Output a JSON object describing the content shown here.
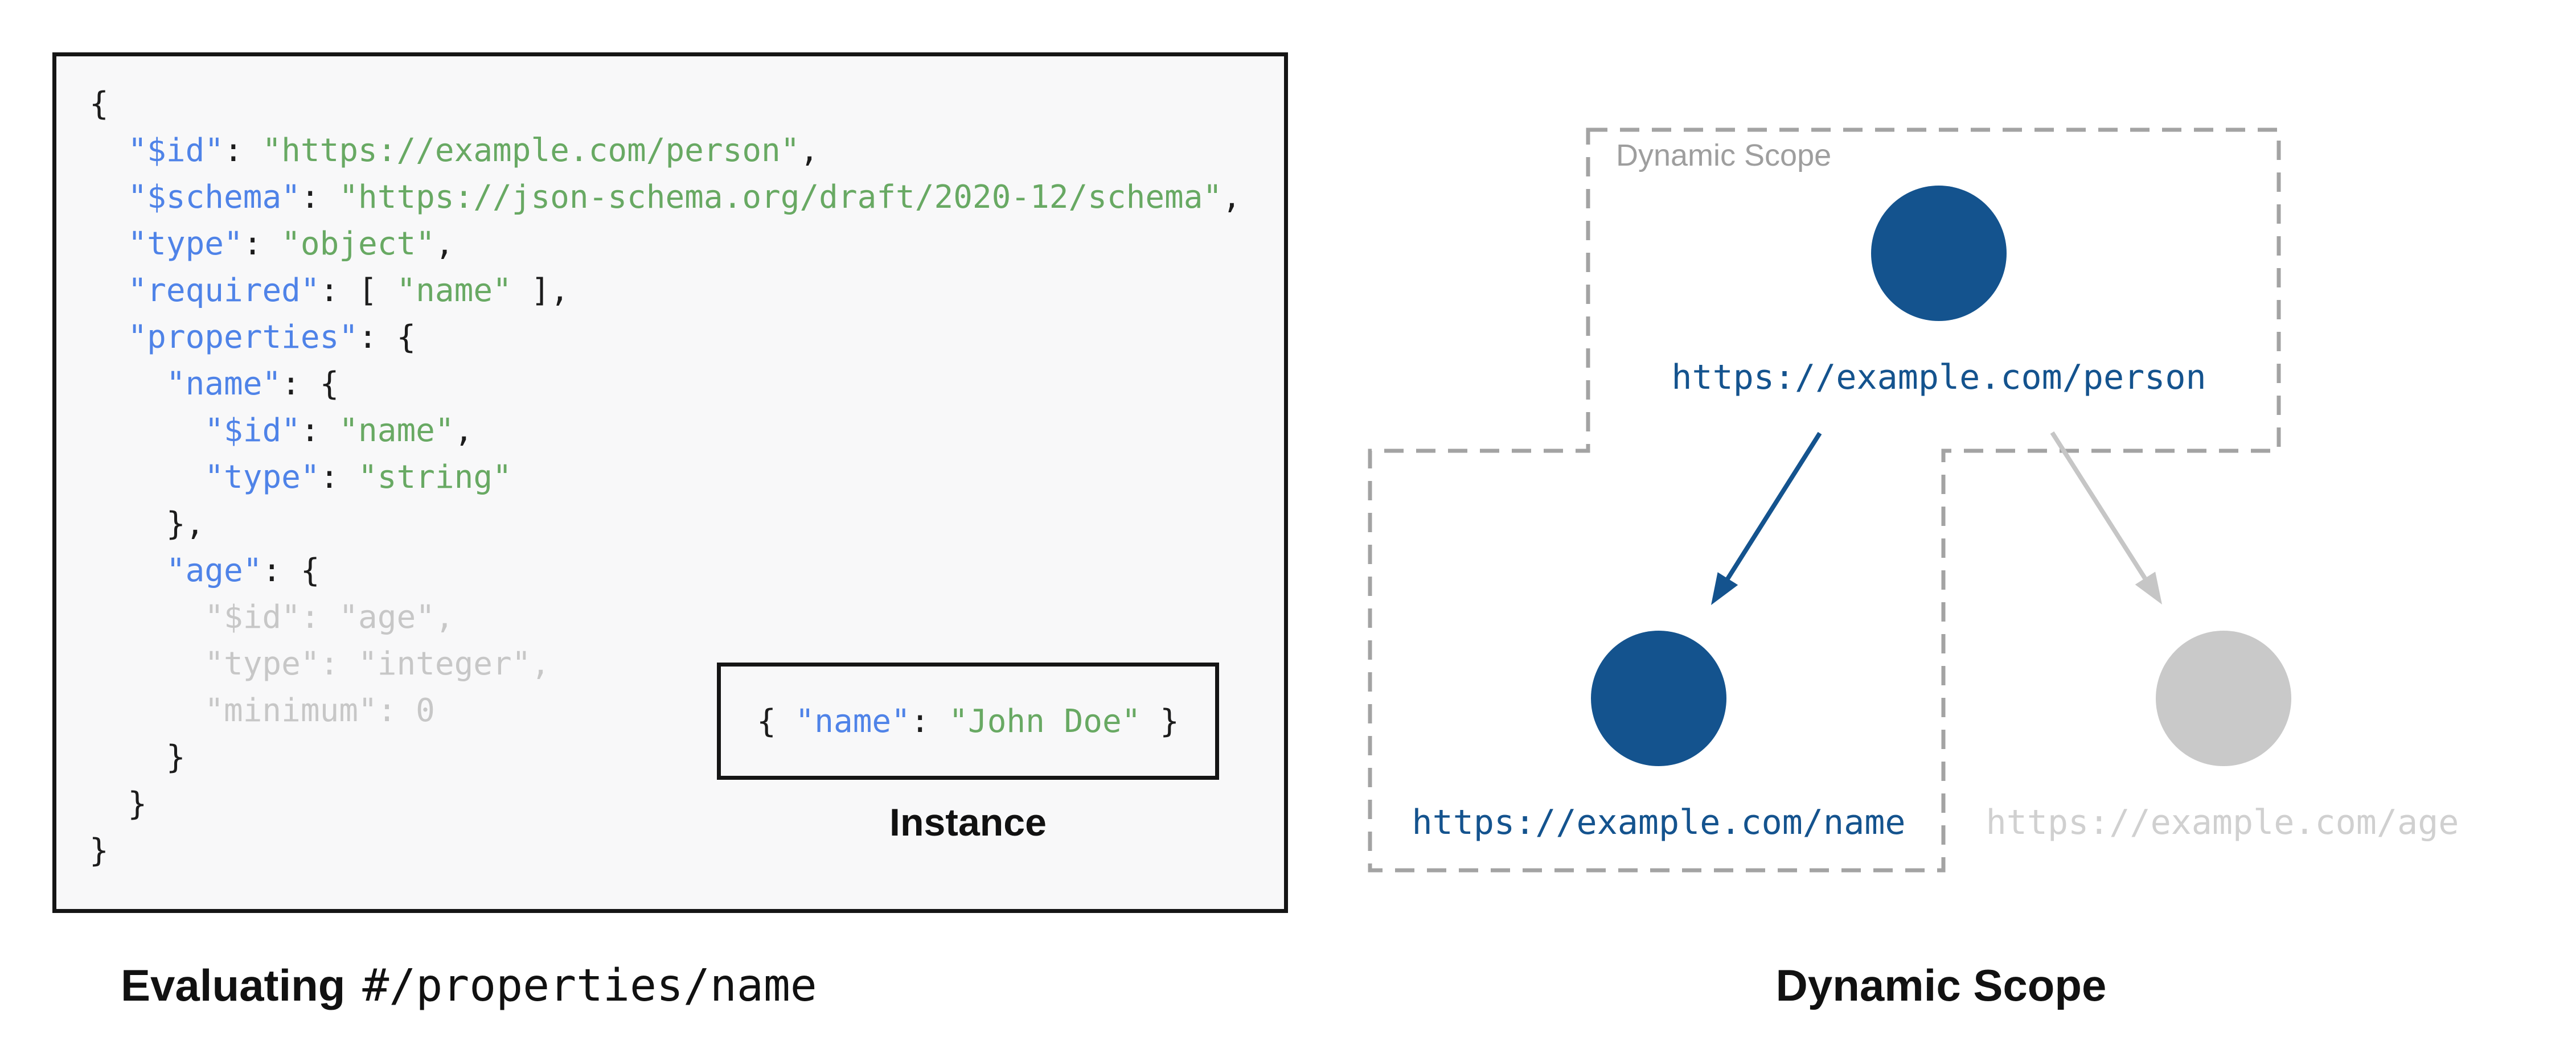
{
  "colors": {
    "panel_bg": "#f8f8f9",
    "panel_border": "#151515",
    "key_blue": "#4f83e8",
    "string_green": "#68a963",
    "punct": "#1c1c1c",
    "muted_code": "#c7c7c7",
    "node_blue": "#14538e",
    "node_grey": "#c9c9c9",
    "arrow_grey": "#c6c6c6",
    "dash_grey": "#a3a3a3",
    "scope_grey": "#9e9e9e",
    "url_grey": "#d0d0d0"
  },
  "schema_panel": {
    "code_lines": [
      [
        {
          "t": "{",
          "c": "p"
        }
      ],
      [
        {
          "t": "  ",
          "c": "p"
        },
        {
          "t": "\"$id\"",
          "c": "k"
        },
        {
          "t": ": ",
          "c": "p"
        },
        {
          "t": "\"https://example.com/person\"",
          "c": "s"
        },
        {
          "t": ",",
          "c": "p"
        }
      ],
      [
        {
          "t": "  ",
          "c": "p"
        },
        {
          "t": "\"$schema\"",
          "c": "k"
        },
        {
          "t": ": ",
          "c": "p"
        },
        {
          "t": "\"https://json-schema.org/draft/2020-12/schema\"",
          "c": "s"
        },
        {
          "t": ",",
          "c": "p"
        }
      ],
      [
        {
          "t": "  ",
          "c": "p"
        },
        {
          "t": "\"type\"",
          "c": "k"
        },
        {
          "t": ": ",
          "c": "p"
        },
        {
          "t": "\"object\"",
          "c": "s"
        },
        {
          "t": ",",
          "c": "p"
        }
      ],
      [
        {
          "t": "  ",
          "c": "p"
        },
        {
          "t": "\"required\"",
          "c": "k"
        },
        {
          "t": ": [ ",
          "c": "p"
        },
        {
          "t": "\"name\"",
          "c": "s"
        },
        {
          "t": " ],",
          "c": "p"
        }
      ],
      [
        {
          "t": "  ",
          "c": "p"
        },
        {
          "t": "\"properties\"",
          "c": "k"
        },
        {
          "t": ": {",
          "c": "p"
        }
      ],
      [
        {
          "t": "    ",
          "c": "p"
        },
        {
          "t": "\"name\"",
          "c": "k"
        },
        {
          "t": ": {",
          "c": "p"
        }
      ],
      [
        {
          "t": "      ",
          "c": "p"
        },
        {
          "t": "\"$id\"",
          "c": "k"
        },
        {
          "t": ": ",
          "c": "p"
        },
        {
          "t": "\"name\"",
          "c": "s"
        },
        {
          "t": ",",
          "c": "p"
        }
      ],
      [
        {
          "t": "      ",
          "c": "p"
        },
        {
          "t": "\"type\"",
          "c": "k"
        },
        {
          "t": ": ",
          "c": "p"
        },
        {
          "t": "\"string\"",
          "c": "s"
        }
      ],
      [
        {
          "t": "    },",
          "c": "p"
        }
      ],
      [
        {
          "t": "    ",
          "c": "p"
        },
        {
          "t": "\"age\"",
          "c": "k"
        },
        {
          "t": ": {",
          "c": "p"
        }
      ],
      [
        {
          "t": "      \"$id\": \"age\",",
          "c": "g"
        }
      ],
      [
        {
          "t": "      \"type\": \"integer\",",
          "c": "g"
        }
      ],
      [
        {
          "t": "      \"minimum\": 0",
          "c": "g"
        }
      ],
      [
        {
          "t": "    }",
          "c": "p"
        }
      ],
      [
        {
          "t": "  }",
          "c": "p"
        }
      ],
      [
        {
          "t": "}",
          "c": "p"
        }
      ]
    ],
    "instance": {
      "segments": [
        {
          "t": "{ ",
          "c": "p"
        },
        {
          "t": "\"name\"",
          "c": "k"
        },
        {
          "t": ": ",
          "c": "p"
        },
        {
          "t": "\"John Doe\"",
          "c": "s"
        },
        {
          "t": " }",
          "c": "p"
        }
      ],
      "label": "Instance"
    },
    "caption": {
      "bold": "Evaluating",
      "code": "#/properties/name"
    }
  },
  "scope_diagram": {
    "scope_label": "Dynamic Scope",
    "nodes": [
      {
        "id": "person",
        "url": "https://example.com/person",
        "state": "active"
      },
      {
        "id": "name",
        "url": "https://example.com/name",
        "state": "active"
      },
      {
        "id": "age",
        "url": "https://example.com/age",
        "state": "inactive"
      }
    ],
    "caption": "Dynamic Scope"
  }
}
